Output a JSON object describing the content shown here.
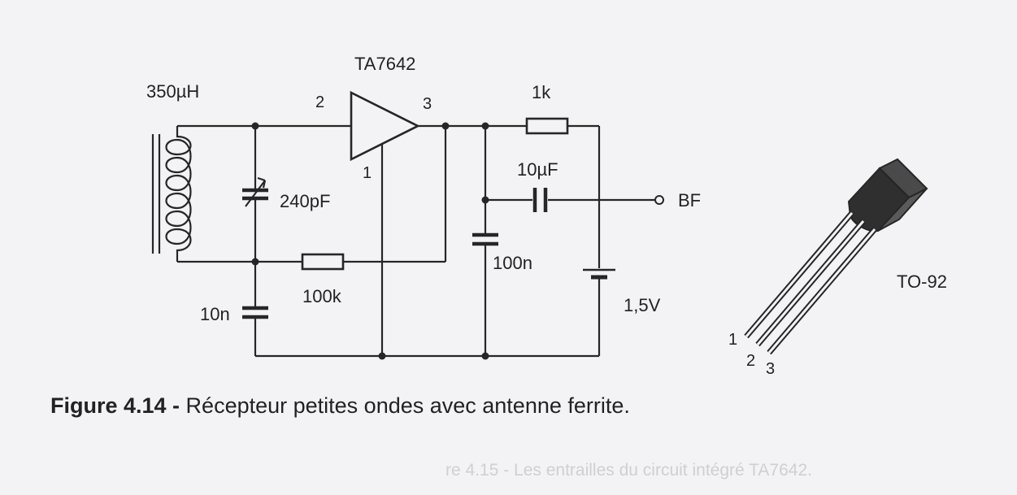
{
  "components": {
    "inductor": "350µH",
    "var_cap": "240pF",
    "ic": "TA7642",
    "pin2": "2",
    "pin3": "3",
    "pin1": "1",
    "r_1k": "1k",
    "cap_10uf": "10µF",
    "output": "BF",
    "r_100k": "100k",
    "cap_100n": "100n",
    "cap_10n": "10n",
    "battery": "1,5V",
    "package": "TO-92",
    "pkg_pin1": "1",
    "pkg_pin2": "2",
    "pkg_pin3": "3"
  },
  "caption": {
    "number": "Figure 4.14 -",
    "text": " Récepteur petites ondes avec antenne ferrite."
  },
  "bleed_text": "re 4.15 - Les entrailles du circuit intégré TA7642.",
  "colors": {
    "ink": "#262626",
    "paper": "#f3f3f5",
    "bleed": "#cfcfd4"
  }
}
